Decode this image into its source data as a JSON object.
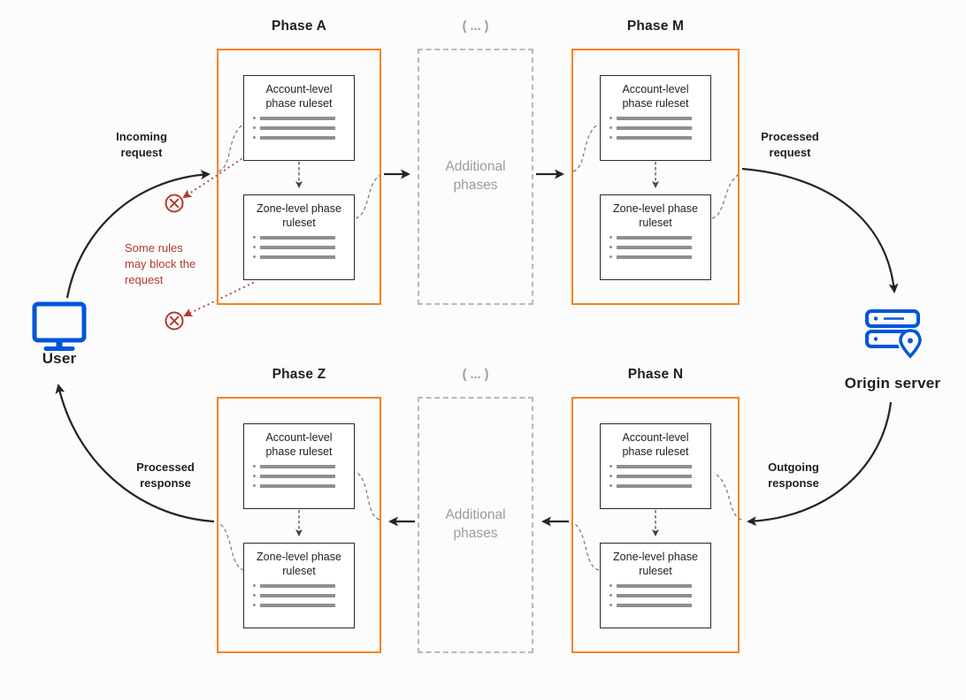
{
  "colors": {
    "phase_border_orange": "#f6821f",
    "endpoint_blue": "#0055dc",
    "block_red": "#b23a2e",
    "muted_gray": "#9c9c9c",
    "ink": "#1f1f1f"
  },
  "endpoints": {
    "user": "User",
    "origin_server": "Origin server"
  },
  "phases": {
    "a": "Phase A",
    "m": "Phase M",
    "z": "Phase Z",
    "n": "Phase N"
  },
  "additional": {
    "header": "( ... )",
    "label": "Additional phases"
  },
  "ruleset": {
    "account": "Account-level phase ruleset",
    "zone": "Zone-level phase ruleset"
  },
  "flow": {
    "incoming": "Incoming request",
    "processed_request": "Processed request",
    "outgoing": "Outgoing response",
    "processed_response": "Processed response"
  },
  "note": {
    "block": "Some rules may block the request"
  }
}
